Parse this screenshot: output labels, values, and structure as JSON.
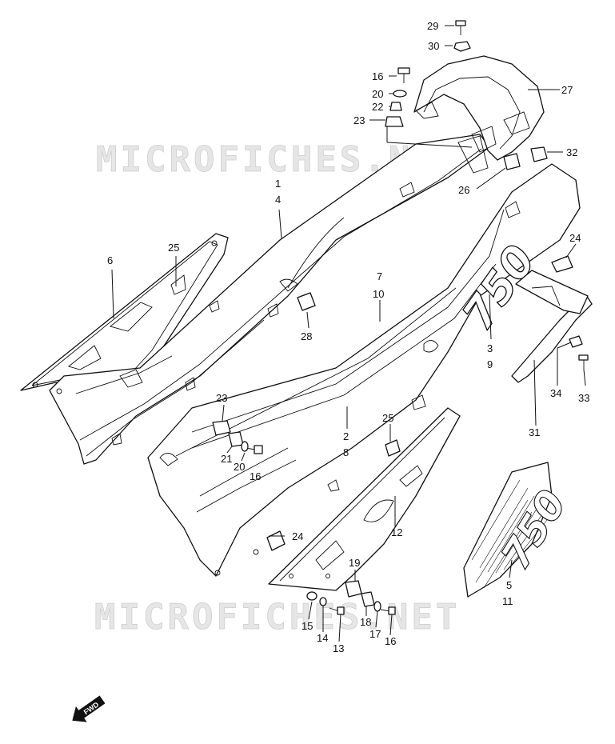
{
  "watermark": {
    "top": "MICROFICHES.NET",
    "bottom": "MICROFICHES.NET"
  },
  "decal_text": "750",
  "fwd": "FWD",
  "callouts": [
    {
      "id": "c29",
      "text": "29"
    },
    {
      "id": "c30",
      "text": "30"
    },
    {
      "id": "c16a",
      "text": "16"
    },
    {
      "id": "c20a",
      "text": "20"
    },
    {
      "id": "c22",
      "text": "22"
    },
    {
      "id": "c23a",
      "text": "23"
    },
    {
      "id": "c27",
      "text": "27"
    },
    {
      "id": "c32",
      "text": "32"
    },
    {
      "id": "c26",
      "text": "26"
    },
    {
      "id": "c1",
      "text": "1"
    },
    {
      "id": "c4",
      "text": "4"
    },
    {
      "id": "c24a",
      "text": "24"
    },
    {
      "id": "c6",
      "text": "6"
    },
    {
      "id": "c25a",
      "text": "25"
    },
    {
      "id": "c7",
      "text": "7"
    },
    {
      "id": "c10",
      "text": "10"
    },
    {
      "id": "c28",
      "text": "28"
    },
    {
      "id": "c3",
      "text": "3"
    },
    {
      "id": "c9",
      "text": "9"
    },
    {
      "id": "c34",
      "text": "34"
    },
    {
      "id": "c33",
      "text": "33"
    },
    {
      "id": "c31",
      "text": "31"
    },
    {
      "id": "c23b",
      "text": "23"
    },
    {
      "id": "c2",
      "text": "2"
    },
    {
      "id": "c8",
      "text": "8"
    },
    {
      "id": "c25b",
      "text": "25"
    },
    {
      "id": "c21",
      "text": "21"
    },
    {
      "id": "c20b",
      "text": "20"
    },
    {
      "id": "c16b",
      "text": "16"
    },
    {
      "id": "c12",
      "text": "12"
    },
    {
      "id": "c24b",
      "text": "24"
    },
    {
      "id": "c19",
      "text": "19"
    },
    {
      "id": "c15",
      "text": "15"
    },
    {
      "id": "c14",
      "text": "14"
    },
    {
      "id": "c13",
      "text": "13"
    },
    {
      "id": "c18",
      "text": "18"
    },
    {
      "id": "c17",
      "text": "17"
    },
    {
      "id": "c16c",
      "text": "16"
    },
    {
      "id": "c5",
      "text": "5"
    },
    {
      "id": "c11",
      "text": "11"
    }
  ]
}
